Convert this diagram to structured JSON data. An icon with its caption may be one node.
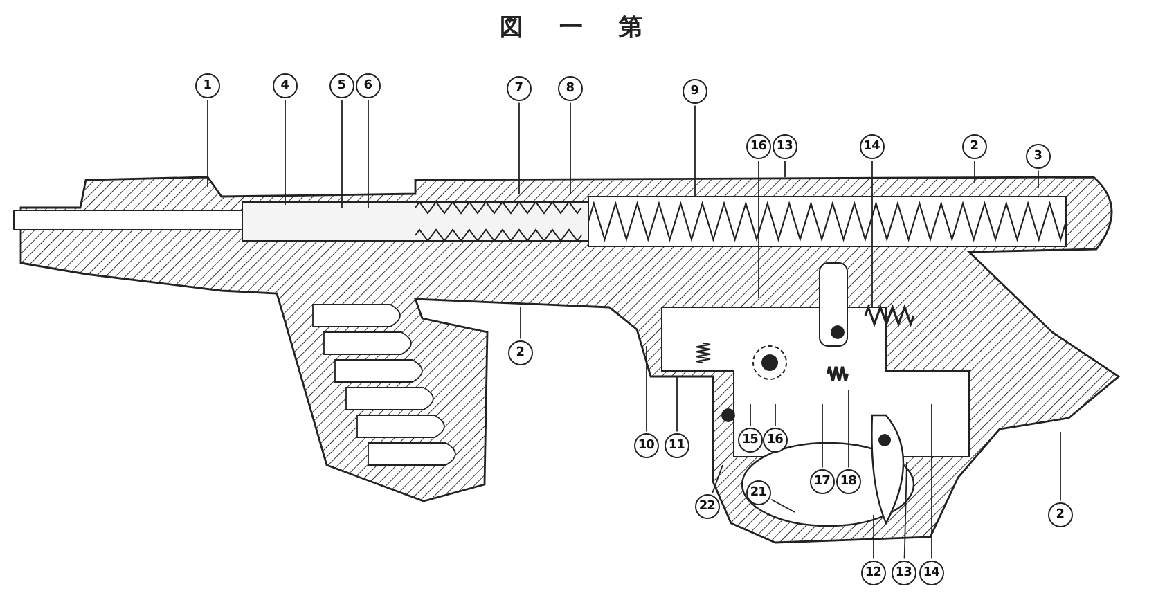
{
  "diagram": {
    "title": "図 一 第",
    "nodes": [
      {
        "text": [
          "1"
        ]
      },
      {
        "text": [
          "4"
        ]
      },
      {
        "text": [
          "5"
        ]
      },
      {
        "text": [
          "6"
        ]
      },
      {
        "text": [
          "7"
        ]
      },
      {
        "text": [
          "8"
        ]
      },
      {
        "text": [
          "9"
        ]
      },
      {
        "text": [
          "16"
        ]
      },
      {
        "text": [
          "13"
        ]
      },
      {
        "text": [
          "14"
        ]
      },
      {
        "text": [
          "2"
        ]
      },
      {
        "text": [
          "3"
        ]
      },
      {
        "text": [
          "2"
        ]
      },
      {
        "text": [
          "10"
        ]
      },
      {
        "text": [
          "11"
        ]
      },
      {
        "text": [
          "15"
        ]
      },
      {
        "text": [
          "16"
        ]
      },
      {
        "text": [
          "21"
        ]
      },
      {
        "text": [
          "17"
        ]
      },
      {
        "text": [
          "18"
        ]
      },
      {
        "text": [
          "22"
        ]
      },
      {
        "text": [
          "12"
        ]
      },
      {
        "text": [
          "13"
        ]
      },
      {
        "text": [
          "14"
        ]
      },
      {
        "text": [
          "2"
        ]
      }
    ],
    "edges": [
      {
        "from": 0,
        "to": null,
        "arrow": "none"
      },
      {
        "from": 1,
        "to": null,
        "arrow": "none"
      },
      {
        "from": 2,
        "to": null,
        "arrow": "none"
      },
      {
        "from": 3,
        "to": null,
        "arrow": "none"
      },
      {
        "from": 4,
        "to": null,
        "arrow": "none"
      },
      {
        "from": 5,
        "to": null,
        "arrow": "none"
      },
      {
        "from": 6,
        "to": null,
        "arrow": "none"
      },
      {
        "from": 7,
        "to": null,
        "arrow": "none"
      },
      {
        "from": 8,
        "to": null,
        "arrow": "none"
      },
      {
        "from": 9,
        "to": null,
        "arrow": "none"
      },
      {
        "from": 10,
        "to": null,
        "arrow": "none"
      },
      {
        "from": 11,
        "to": null,
        "arrow": "none"
      },
      {
        "from": 12,
        "to": null,
        "arrow": "none"
      },
      {
        "from": 13,
        "to": null,
        "arrow": "none"
      },
      {
        "from": 14,
        "to": null,
        "arrow": "none"
      },
      {
        "from": 15,
        "to": null,
        "arrow": "none"
      },
      {
        "from": 16,
        "to": null,
        "arrow": "none"
      },
      {
        "from": 17,
        "to": null,
        "arrow": "none"
      },
      {
        "from": 18,
        "to": null,
        "arrow": "none"
      },
      {
        "from": 19,
        "to": null,
        "arrow": "none"
      },
      {
        "from": 20,
        "to": null,
        "arrow": "none"
      },
      {
        "from": 21,
        "to": null,
        "arrow": "none"
      },
      {
        "from": 22,
        "to": null,
        "arrow": "none"
      },
      {
        "from": 23,
        "to": null,
        "arrow": "none"
      },
      {
        "from": 24,
        "to": null,
        "arrow": "none"
      }
    ]
  }
}
